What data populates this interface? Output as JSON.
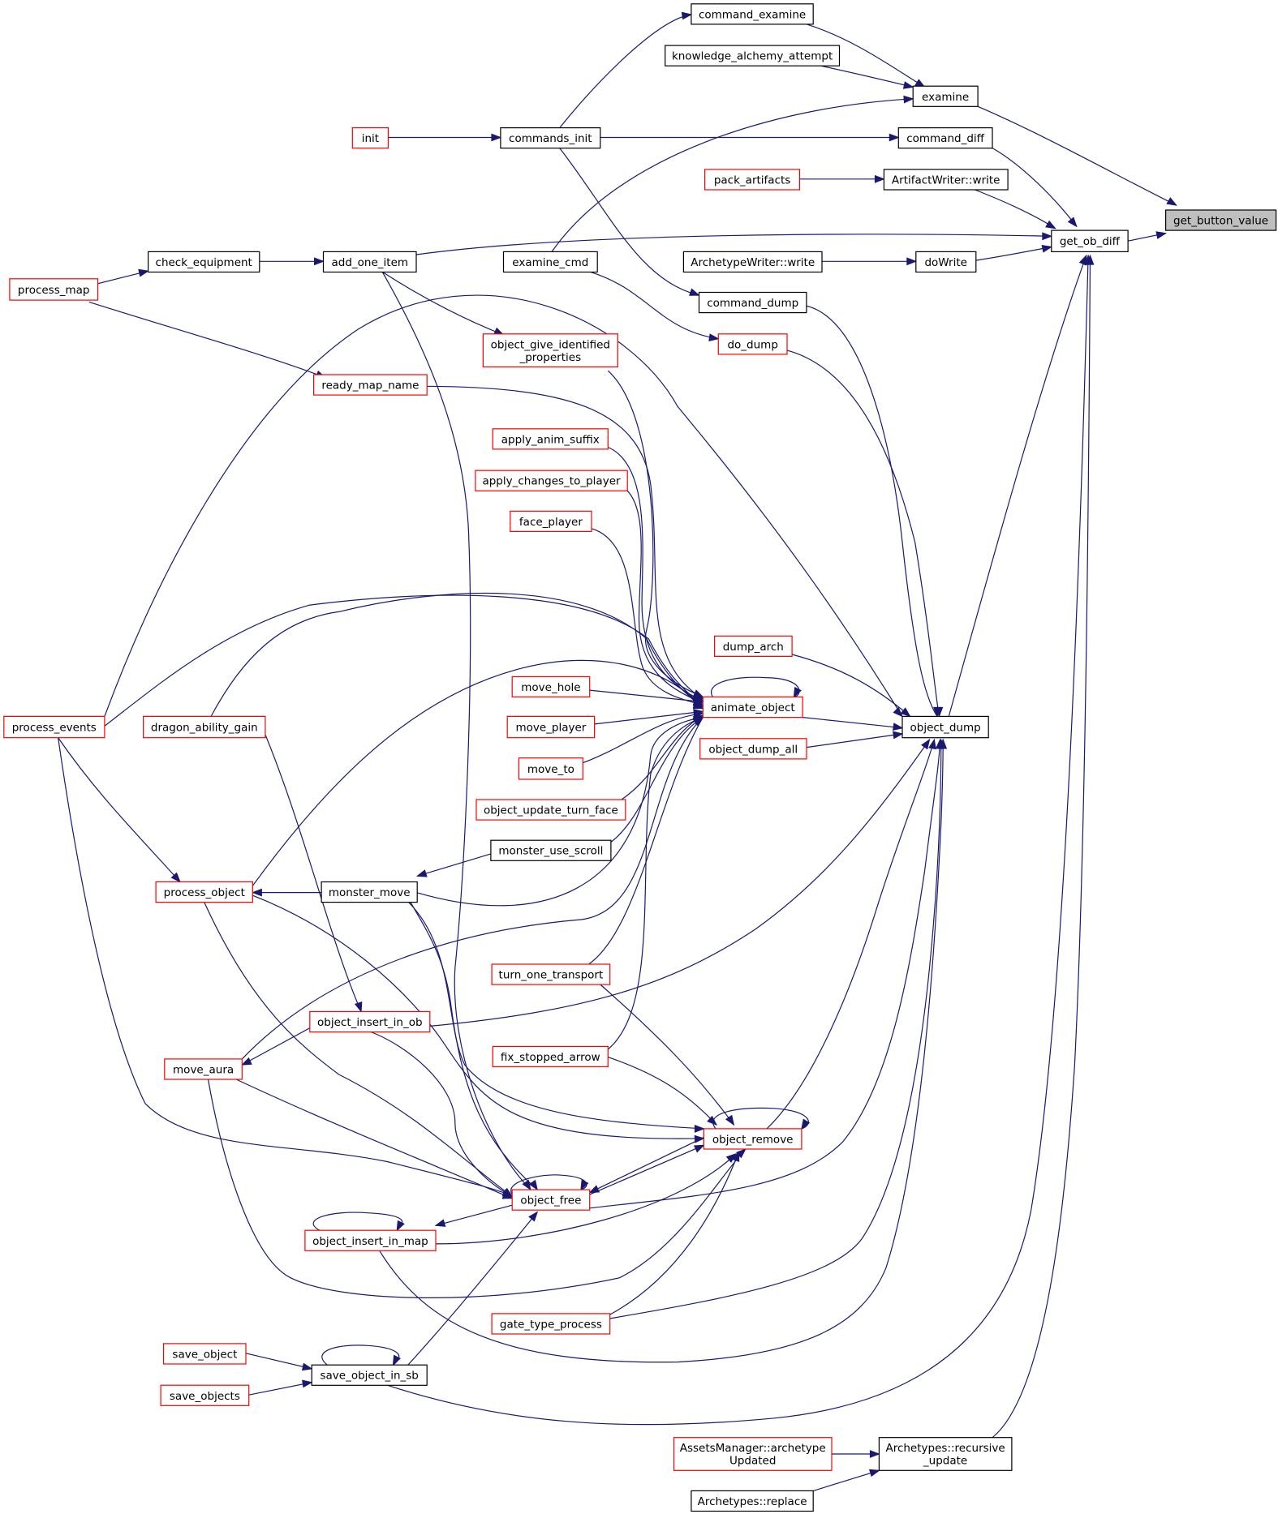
{
  "diagram": {
    "colors": {
      "edge": "#191970",
      "missing_border": "#ff0000",
      "normal_border": "#000000",
      "focus_fill": "#bfbfbf"
    },
    "nodes": [
      {
        "id": "get_button_value",
        "lines": [
          "get_button_value"
        ],
        "style": "focus"
      },
      {
        "id": "get_ob_diff",
        "lines": [
          "get_ob_diff"
        ],
        "style": "black"
      },
      {
        "id": "examine",
        "lines": [
          "examine"
        ],
        "style": "black"
      },
      {
        "id": "command_diff",
        "lines": [
          "command_diff"
        ],
        "style": "black"
      },
      {
        "id": "artifactwriter_write",
        "lines": [
          "ArtifactWriter::write"
        ],
        "style": "black"
      },
      {
        "id": "dowrite",
        "lines": [
          "doWrite"
        ],
        "style": "black"
      },
      {
        "id": "object_dump",
        "lines": [
          "object_dump"
        ],
        "style": "black"
      },
      {
        "id": "archetypes_recursive_update",
        "lines": [
          "Archetypes::recursive",
          "_update"
        ],
        "style": "black"
      },
      {
        "id": "command_examine",
        "lines": [
          "command_examine"
        ],
        "style": "black"
      },
      {
        "id": "knowledge_alchemy_attempt",
        "lines": [
          "knowledge_alchemy_attempt"
        ],
        "style": "black"
      },
      {
        "id": "commands_init",
        "lines": [
          "commands_init"
        ],
        "style": "black"
      },
      {
        "id": "init",
        "lines": [
          "init"
        ],
        "style": "red"
      },
      {
        "id": "pack_artifacts",
        "lines": [
          "pack_artifacts"
        ],
        "style": "red"
      },
      {
        "id": "add_one_item",
        "lines": [
          "add_one_item"
        ],
        "style": "black"
      },
      {
        "id": "check_equipment",
        "lines": [
          "check_equipment"
        ],
        "style": "black"
      },
      {
        "id": "process_map",
        "lines": [
          "process_map"
        ],
        "style": "red"
      },
      {
        "id": "examine_cmd",
        "lines": [
          "examine_cmd"
        ],
        "style": "black"
      },
      {
        "id": "archetypewriter_write",
        "lines": [
          "ArchetypeWriter::write"
        ],
        "style": "black"
      },
      {
        "id": "command_dump",
        "lines": [
          "command_dump"
        ],
        "style": "black"
      },
      {
        "id": "do_dump",
        "lines": [
          "do_dump"
        ],
        "style": "red"
      },
      {
        "id": "object_give_identified_properties",
        "lines": [
          "object_give_identified",
          "_properties"
        ],
        "style": "red"
      },
      {
        "id": "ready_map_name",
        "lines": [
          "ready_map_name"
        ],
        "style": "red"
      },
      {
        "id": "apply_anim_suffix",
        "lines": [
          "apply_anim_suffix"
        ],
        "style": "red"
      },
      {
        "id": "apply_changes_to_player",
        "lines": [
          "apply_changes_to_player"
        ],
        "style": "red"
      },
      {
        "id": "face_player",
        "lines": [
          "face_player"
        ],
        "style": "red"
      },
      {
        "id": "dump_arch",
        "lines": [
          "dump_arch"
        ],
        "style": "red"
      },
      {
        "id": "move_hole",
        "lines": [
          "move_hole"
        ],
        "style": "red"
      },
      {
        "id": "animate_object",
        "lines": [
          "animate_object"
        ],
        "style": "red"
      },
      {
        "id": "process_events",
        "lines": [
          "process_events"
        ],
        "style": "red"
      },
      {
        "id": "dragon_ability_gain",
        "lines": [
          "dragon_ability_gain"
        ],
        "style": "red"
      },
      {
        "id": "move_player",
        "lines": [
          "move_player"
        ],
        "style": "red"
      },
      {
        "id": "object_dump_all",
        "lines": [
          "object_dump_all"
        ],
        "style": "red"
      },
      {
        "id": "move_to",
        "lines": [
          "move_to"
        ],
        "style": "red"
      },
      {
        "id": "object_update_turn_face",
        "lines": [
          "object_update_turn_face"
        ],
        "style": "red"
      },
      {
        "id": "monster_use_scroll",
        "lines": [
          "monster_use_scroll"
        ],
        "style": "black"
      },
      {
        "id": "process_object",
        "lines": [
          "process_object"
        ],
        "style": "red"
      },
      {
        "id": "monster_move",
        "lines": [
          "monster_move"
        ],
        "style": "black"
      },
      {
        "id": "turn_one_transport",
        "lines": [
          "turn_one_transport"
        ],
        "style": "red"
      },
      {
        "id": "object_insert_in_ob",
        "lines": [
          "object_insert_in_ob"
        ],
        "style": "red"
      },
      {
        "id": "fix_stopped_arrow",
        "lines": [
          "fix_stopped_arrow"
        ],
        "style": "red"
      },
      {
        "id": "move_aura",
        "lines": [
          "move_aura"
        ],
        "style": "red"
      },
      {
        "id": "object_remove",
        "lines": [
          "object_remove"
        ],
        "style": "red"
      },
      {
        "id": "object_free",
        "lines": [
          "object_free"
        ],
        "style": "red"
      },
      {
        "id": "object_insert_in_map",
        "lines": [
          "object_insert_in_map"
        ],
        "style": "red"
      },
      {
        "id": "gate_type_process",
        "lines": [
          "gate_type_process"
        ],
        "style": "red"
      },
      {
        "id": "save_object",
        "lines": [
          "save_object"
        ],
        "style": "red"
      },
      {
        "id": "save_object_in_sb",
        "lines": [
          "save_object_in_sb"
        ],
        "style": "black"
      },
      {
        "id": "save_objects",
        "lines": [
          "save_objects"
        ],
        "style": "red"
      },
      {
        "id": "assetsmanager_archetypeupdated",
        "lines": [
          "AssetsManager::archetype",
          "Updated"
        ],
        "style": "red"
      },
      {
        "id": "archetypes_replace",
        "lines": [
          "Archetypes::replace"
        ],
        "style": "black"
      }
    ]
  }
}
